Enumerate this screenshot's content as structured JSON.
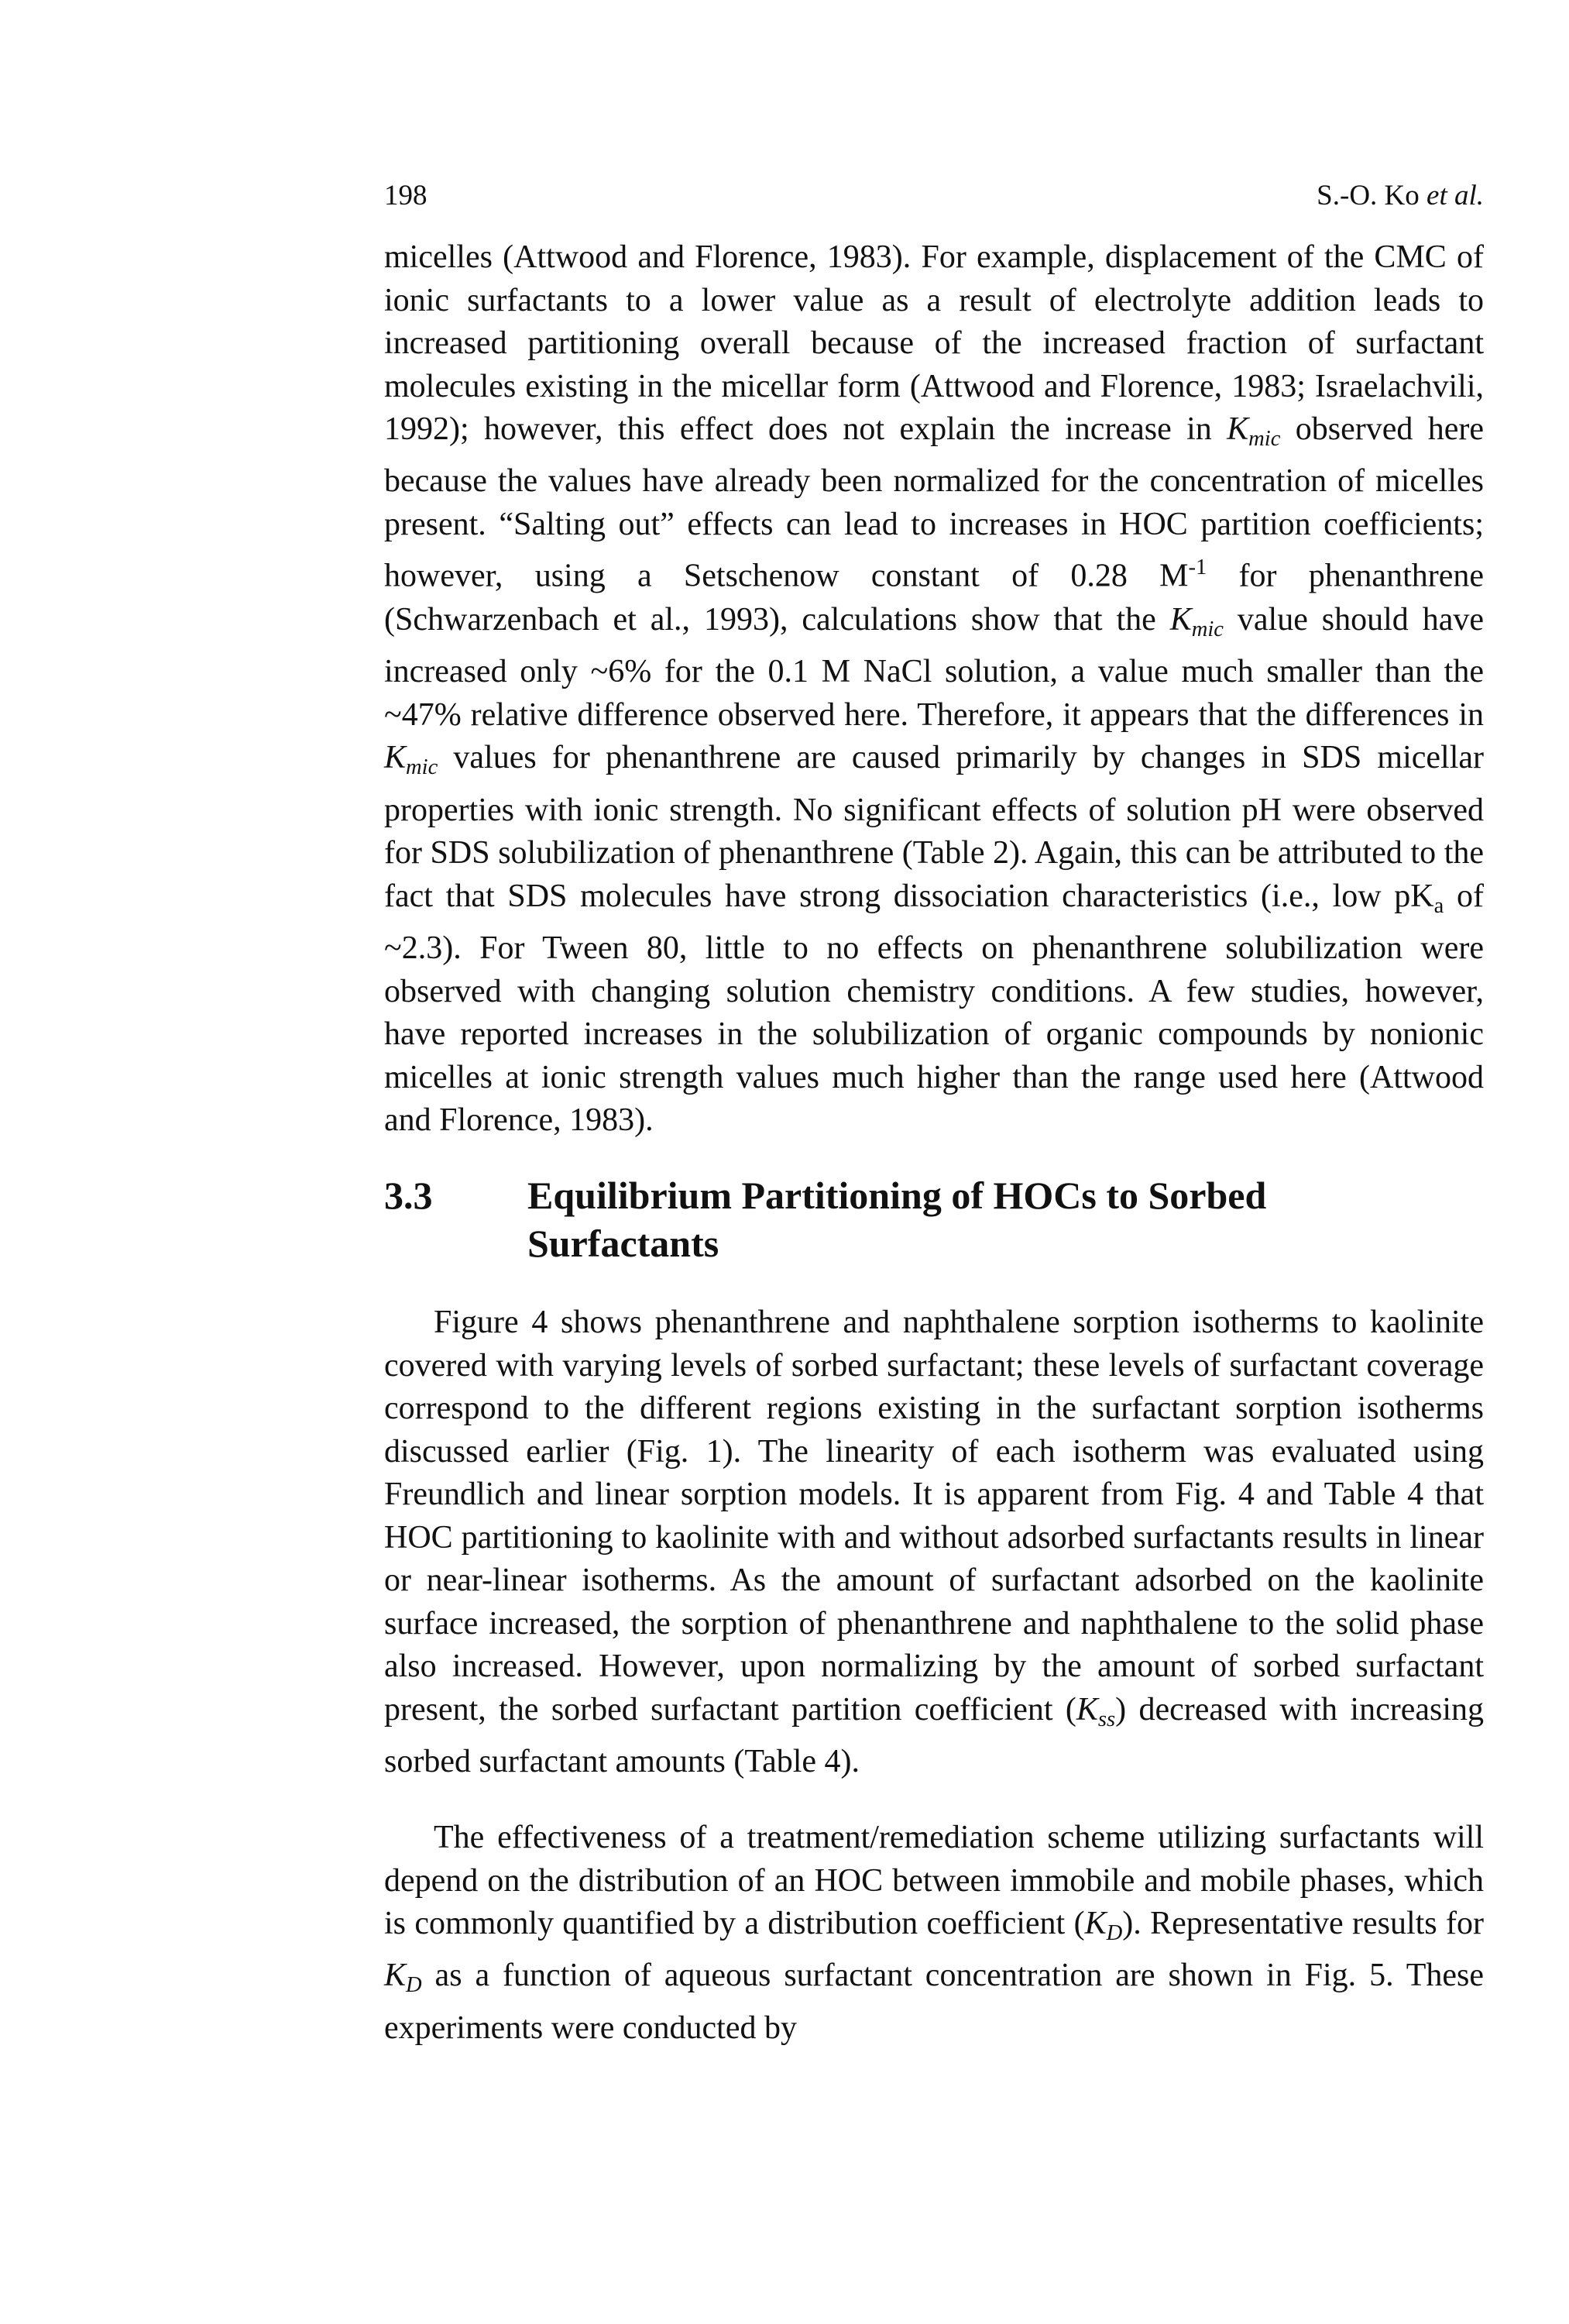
{
  "header": {
    "page_number": "198",
    "authors": "S.-O. Ko",
    "et_al": "et al."
  },
  "paragraphs": {
    "p1_part1": "micelles (Attwood and Florence, 1983). For example, displacement of the CMC of ionic surfactants to a lower value as a result of electrolyte addition leads to increased partitioning overall because of the increased fraction of surfactant molecules existing in the micellar form (Attwood and Florence, 1983; Israelachvili, 1992); however, this effect does not explain the increase in ",
    "p1_kmic1": "K",
    "p1_kmic1_sub": "mic",
    "p1_part2": " observed here because the values have already been normalized for the concentration of micelles present. “Salting out” effects can lead to increases in HOC partition coefficients; however, using a Setschenow constant of 0.28 M",
    "p1_sup": "-1",
    "p1_part3": " for phenanthrene (Schwarzenbach et al., 1993), calculations show that the ",
    "p1_kmic2": "K",
    "p1_kmic2_sub": "mic",
    "p1_part4": " value should have increased only ~6% for the 0.1 M NaCl solution, a value much smaller than the ~47% relative difference observed here. Therefore, it appears that the differences in ",
    "p1_kmic3": "K",
    "p1_kmic3_sub": "mic",
    "p1_part5": " values for phenanthrene are caused primarily by changes in SDS micellar properties with ionic strength. No significant effects of solution pH were observed for SDS solubilization of phenanthrene (Table 2). Again, this can be attributed to the fact that SDS molecules have strong dissociation characteristics (i.e., low pK",
    "p1_pka_sub": "a",
    "p1_part6": " of ~2.3). For Tween 80, little to no effects on phenanthrene solubilization were observed with changing solution chemistry conditions. A few studies, however, have reported increases in the solubilization of organic compounds by nonionic micelles at ionic strength values much higher than the range used here (Attwood and Florence, 1983)."
  },
  "section": {
    "number": "3.3",
    "title": "Equilibrium Partitioning of HOCs to Sorbed Surfactants"
  },
  "section_paragraphs": {
    "p2_part1": "Figure 4 shows phenanthrene and naphthalene sorption isotherms to kaolinite covered with varying levels of sorbed surfactant; these levels of surfactant coverage correspond to the different regions existing in the surfactant sorption isotherms discussed earlier (Fig. 1). The linearity of each isotherm was evaluated using Freundlich and linear sorption models. It is apparent from Fig. 4 and Table 4 that HOC partitioning to kaolinite with and without adsorbed surfactants results in linear or near-linear isotherms. As the amount of surfactant adsorbed on the kaolinite surface increased, the sorption of phenanthrene and naphthalene to the solid phase also increased. However, upon normalizing by the amount of sorbed surfactant present, the sorbed surfactant partition coefficient (",
    "p2_kss": "K",
    "p2_kss_sub": "ss",
    "p2_part2": ") decreased with increasing sorbed surfactant amounts (Table 4).",
    "p3_part1": "The effectiveness of a treatment/remediation scheme utilizing surfactants will depend on the distribution of an HOC between immobile and mobile phases, which is commonly quantified by a distribution coefficient (",
    "p3_kd1": "K",
    "p3_kd1_sub": "D",
    "p3_part2": "). Representative results for ",
    "p3_kd2": "K",
    "p3_kd2_sub": "D",
    "p3_part3": " as a function of aqueous surfactant concentration are shown in Fig. 5. These experiments were conducted by"
  }
}
